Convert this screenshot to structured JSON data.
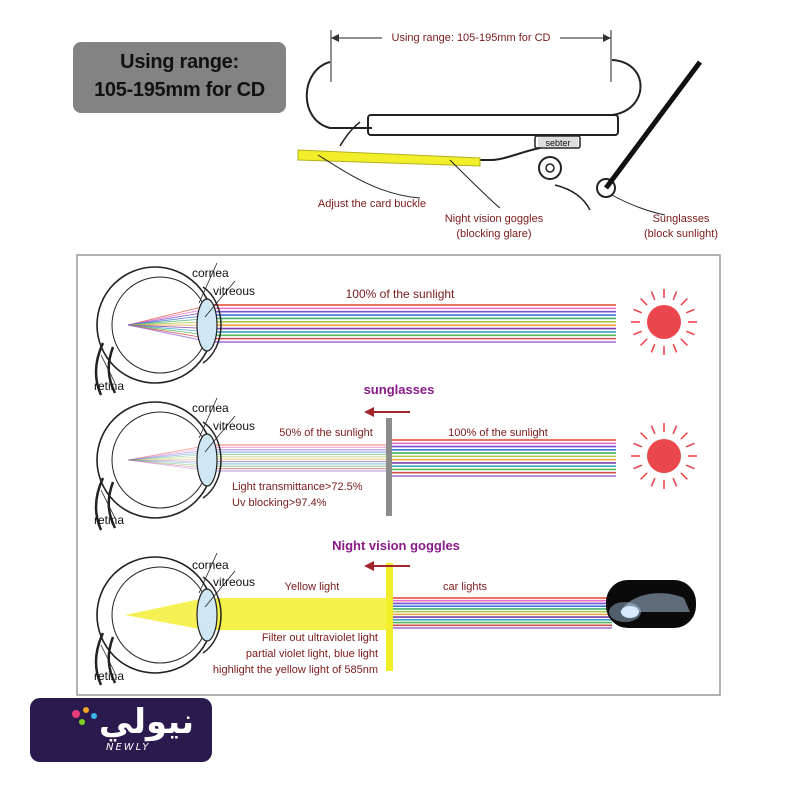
{
  "range_box": {
    "line1": "Using range:",
    "line2": "105-195mm for CD"
  },
  "top_diagram": {
    "dimension_label": "Using range:  105-195mm for CD",
    "brand_tag": "sebter",
    "callouts": {
      "card_buckle": "Adjust the card buckle",
      "night_vision_1": "Night vision goggles",
      "night_vision_2": "(blocking glare)",
      "sunglasses_1": "Sunglasses",
      "sunglasses_2": "(block sunlight)"
    }
  },
  "panel1": {
    "cornea": "cornea",
    "vitreous": "vitreous",
    "retina": "retina",
    "sunlight": "100% of the sunlight"
  },
  "panel2": {
    "cornea": "cornea",
    "vitreous": "vitreous",
    "retina": "retina",
    "title": "sunglasses",
    "left_label": "50% of the sunlight",
    "right_label": "100% of the sunlight",
    "spec1": "Light transmittance>72.5%",
    "spec2": "Uv blocking>97.4%"
  },
  "panel3": {
    "cornea": "cornea",
    "vitreous": "vitreous",
    "retina": "retina",
    "title": "Night vision goggles",
    "yellow_label": "Yellow light",
    "car_label": "car lights",
    "note1": "Filter out ultraviolet light",
    "note2": "partial violet light, blue light",
    "note3": "highlight the yellow light of 585nm"
  },
  "logo": {
    "word": "نيولي",
    "sub": "NEWLY"
  },
  "colors": {
    "title_purple": "#8a1a8a",
    "label_red": "#7a1a1a",
    "arrow_red": "#a3252b",
    "sun_red": "#e9474d",
    "yellow": "#f2ee2a",
    "lens_gray": "#8c8c8c",
    "logo_bg": "#2b1a4e"
  }
}
